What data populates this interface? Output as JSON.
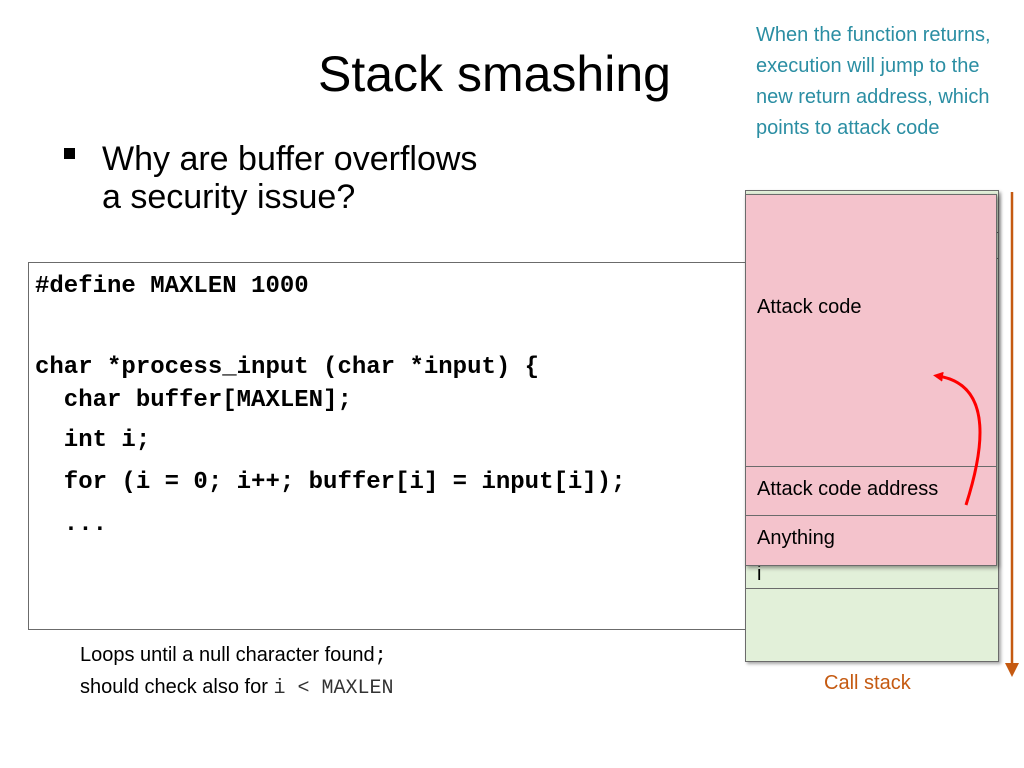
{
  "title": "Stack smashing",
  "bullet": {
    "line1": "Why are buffer overflows",
    "line2": "a security issue?"
  },
  "note": "When the function returns, execution will jump to the new return address, which points to attack code",
  "code": {
    "line1": "#define MAXLEN 1000",
    "line2": "char *process_input (char *input) {",
    "line3": "  char buffer[MAXLEN];",
    "line4": "  int i;",
    "line5": "  for (i = 0; i++; buffer[i] = input[i]);",
    "line6": "  ..."
  },
  "explanation": {
    "line1": "Loops until a null character found",
    "line1_mono": ";",
    "line2": "should check also for ",
    "line2_mono": "i < MAXLEN"
  },
  "stack": {
    "attack_code": "Attack code",
    "attack_code_address": "Attack code address",
    "anything": "Anything",
    "i_label": "i",
    "call_stack": "Call stack"
  },
  "colors": {
    "note_text": "#2b8ea3",
    "attack_fill": "#f4c3cc",
    "stack_fill": "#e2f0d9",
    "arrow_red": "#ff0000",
    "call_stack_orange": "#c55a11"
  }
}
